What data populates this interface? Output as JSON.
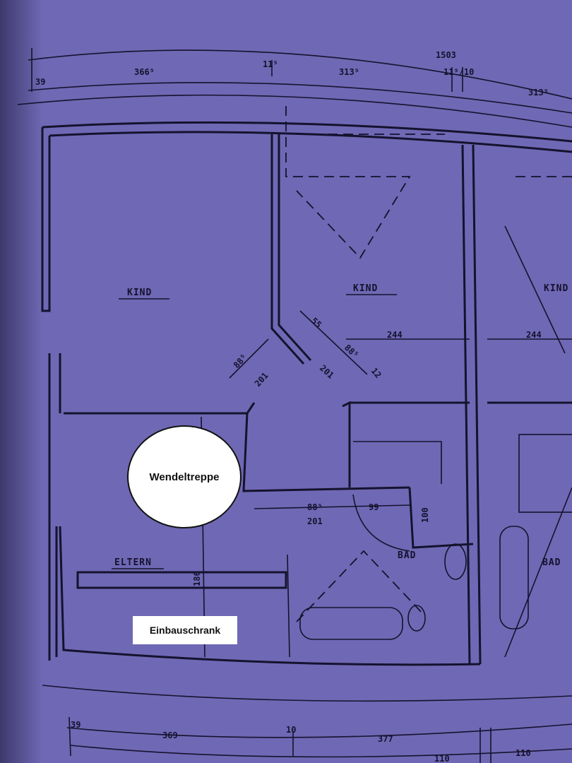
{
  "dimensions": {
    "total_top": "1503",
    "top": [
      "39",
      "366⁵",
      "11⁵",
      "313⁵",
      "11⁵/10",
      "313⁵"
    ],
    "bottom": [
      "39",
      "369",
      "10",
      "377",
      "110",
      "110"
    ],
    "inner": [
      "244",
      "244",
      "55",
      "88⁵",
      "201",
      "88⁵",
      "201",
      "12",
      "88⁵",
      "201",
      "99",
      "100",
      "186"
    ]
  },
  "rooms": [
    "KIND",
    "KIND",
    "KIND",
    "ELTERN",
    "BAD",
    "BAD"
  ],
  "annotations": {
    "spiral_stairs": "Wendeltreppe",
    "built_in_wardrobe": "Einbauschrank"
  },
  "colors": {
    "paper": "#6f68b4",
    "ink": "#15122e"
  }
}
